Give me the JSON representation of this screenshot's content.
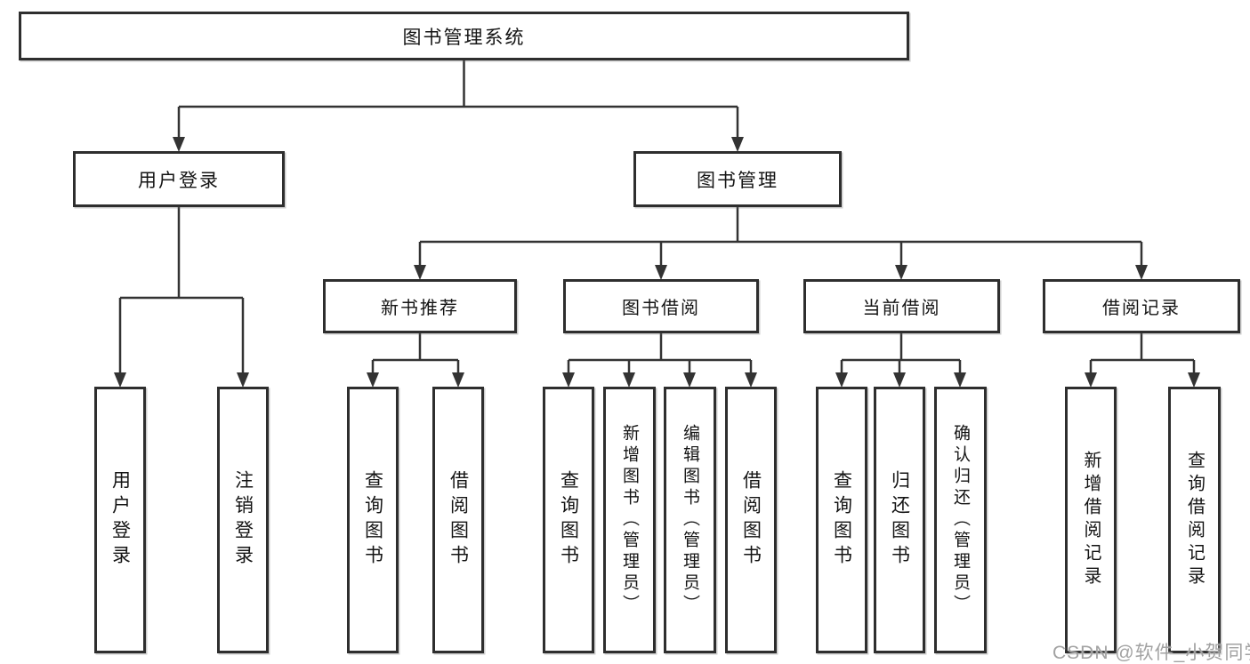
{
  "tree": {
    "root": "图书管理系统",
    "branches": [
      {
        "label": "用户登录",
        "children": [
          "用户登录",
          "注销登录"
        ]
      },
      {
        "label": "图书管理",
        "modules": [
          {
            "label": "新书推荐",
            "children": [
              "查询图书",
              "借阅图书"
            ]
          },
          {
            "label": "图书借阅",
            "children": [
              "查询图书",
              "新增图书（管理员）",
              "编辑图书（管理员）",
              "借阅图书"
            ]
          },
          {
            "label": "当前借阅",
            "children": [
              "查询图书",
              "归还图书",
              "确认归还（管理员）"
            ]
          },
          {
            "label": "借阅记录",
            "children": [
              "新增借阅记录",
              "查询借阅记录"
            ]
          }
        ]
      }
    ]
  },
  "watermark": "CSDN @软件_小贺同学",
  "colors": {
    "line": "#333333",
    "box_border": "#2e2e2e",
    "text": "#141414",
    "watermark": "#a2a2a2"
  }
}
